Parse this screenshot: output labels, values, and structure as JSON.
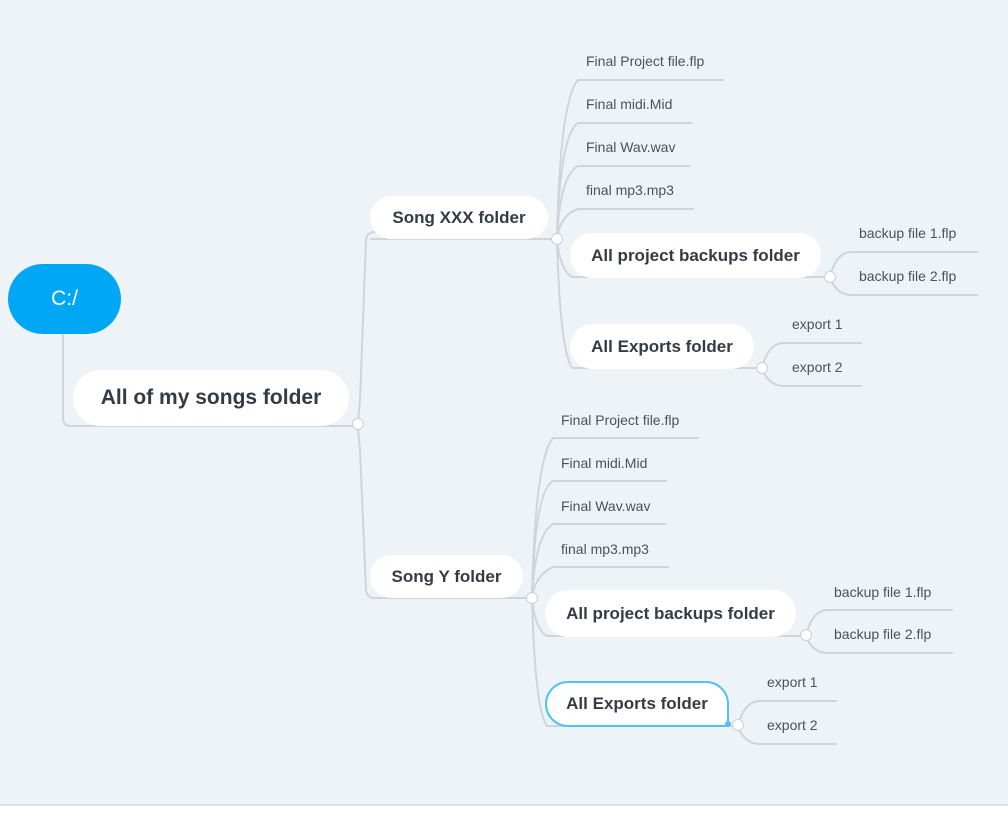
{
  "mindmap": {
    "root": {
      "label": "C:/",
      "color": "#00a7f5"
    },
    "level1": {
      "label": "All of my songs folder"
    },
    "songs": [
      {
        "label": "Song XXX folder",
        "files": [
          "Final Project file.flp",
          "Final midi.Mid",
          "Final Wav.wav",
          "final mp3.mp3"
        ],
        "backups": {
          "label": "All project backups folder",
          "items": [
            "backup file 1.flp",
            "backup file 2.flp"
          ]
        },
        "exports": {
          "label": "All Exports folder",
          "items": [
            "export 1",
            "export 2"
          ],
          "selected": false
        }
      },
      {
        "label": "Song Y folder",
        "files": [
          "Final Project file.flp",
          "Final midi.Mid",
          "Final Wav.wav",
          "final mp3.mp3"
        ],
        "backups": {
          "label": "All project backups folder",
          "items": [
            "backup file 1.flp",
            "backup file 2.flp"
          ]
        },
        "exports": {
          "label": "All Exports folder",
          "items": [
            "export 1",
            "export 2"
          ],
          "selected": true
        }
      }
    ],
    "colors": {
      "background": "#eef3f7",
      "line": "#cfd5da",
      "selection": "#4fc1f4",
      "text": "#333c45"
    }
  }
}
